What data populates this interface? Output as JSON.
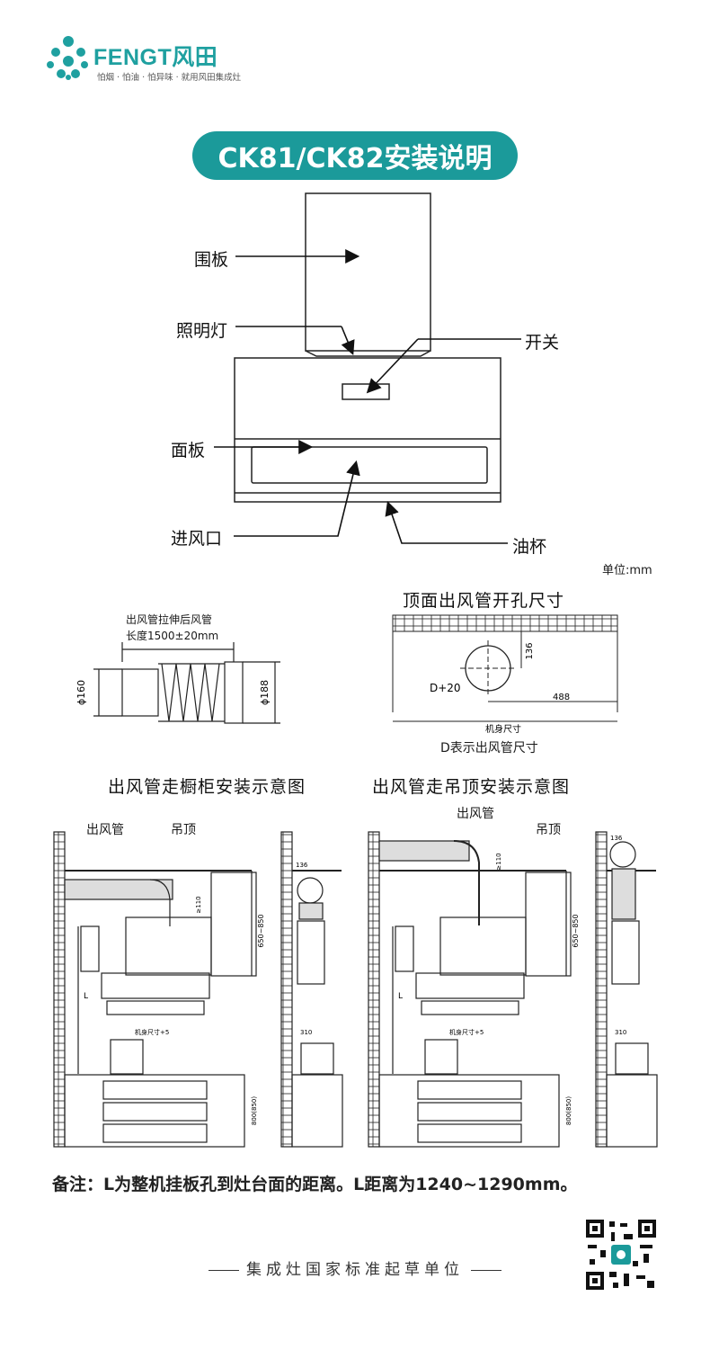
{
  "header": {
    "brand": "FENGT风田",
    "slogan": "怕烟 · 怕油 · 怕异味 · 就用风田集成灶"
  },
  "title": "CK81/CK82安装说明",
  "parts_diagram": {
    "labels": {
      "panel_board": "围板",
      "light": "照明灯",
      "switch": "开关",
      "face_panel": "面板",
      "air_inlet": "进风口",
      "oil_cup": "油杯"
    },
    "unit": "单位:mm"
  },
  "duct_diagram": {
    "caption_line1": "出风管拉伸后风管",
    "caption_line2": "长度1500±20mm",
    "left_dim": "ϕ160",
    "right_dim": "ϕ188"
  },
  "hole_diagram": {
    "title": "顶面出风管开孔尺寸",
    "dim_vertical": "136",
    "dim_diameter": "D+20",
    "dim_horizontal": "488",
    "dim_body": "机身尺寸",
    "note": "D表示出风管尺寸"
  },
  "cabinet_install": {
    "title": "出风管走橱柜安装示意图",
    "duct_label": "出风管",
    "ceiling_label": "吊顶",
    "dim_height": "650~850",
    "dim_body": "机身尺寸+5",
    "dim_l": "L",
    "dim_gap": "≥110",
    "side_dim_top": "136",
    "side_dim_bottom": "310",
    "side_dim_counter": "800(850)"
  },
  "ceiling_install": {
    "title": "出风管走吊顶安装示意图",
    "duct_label": "出风管",
    "ceiling_label": "吊顶",
    "dim_height": "650~850",
    "dim_body": "机身尺寸+5",
    "dim_l": "L",
    "dim_gap": "≥110",
    "side_dim_top": "136",
    "side_dim_bottom": "310",
    "side_dim_counter": "800(850)"
  },
  "remark": "备注：L为整机挂板孔到灶台面的距离。L距离为1240~1290mm。",
  "footer": "集成灶国家标准起草单位",
  "colors": {
    "brand": "#1b9a9a"
  }
}
